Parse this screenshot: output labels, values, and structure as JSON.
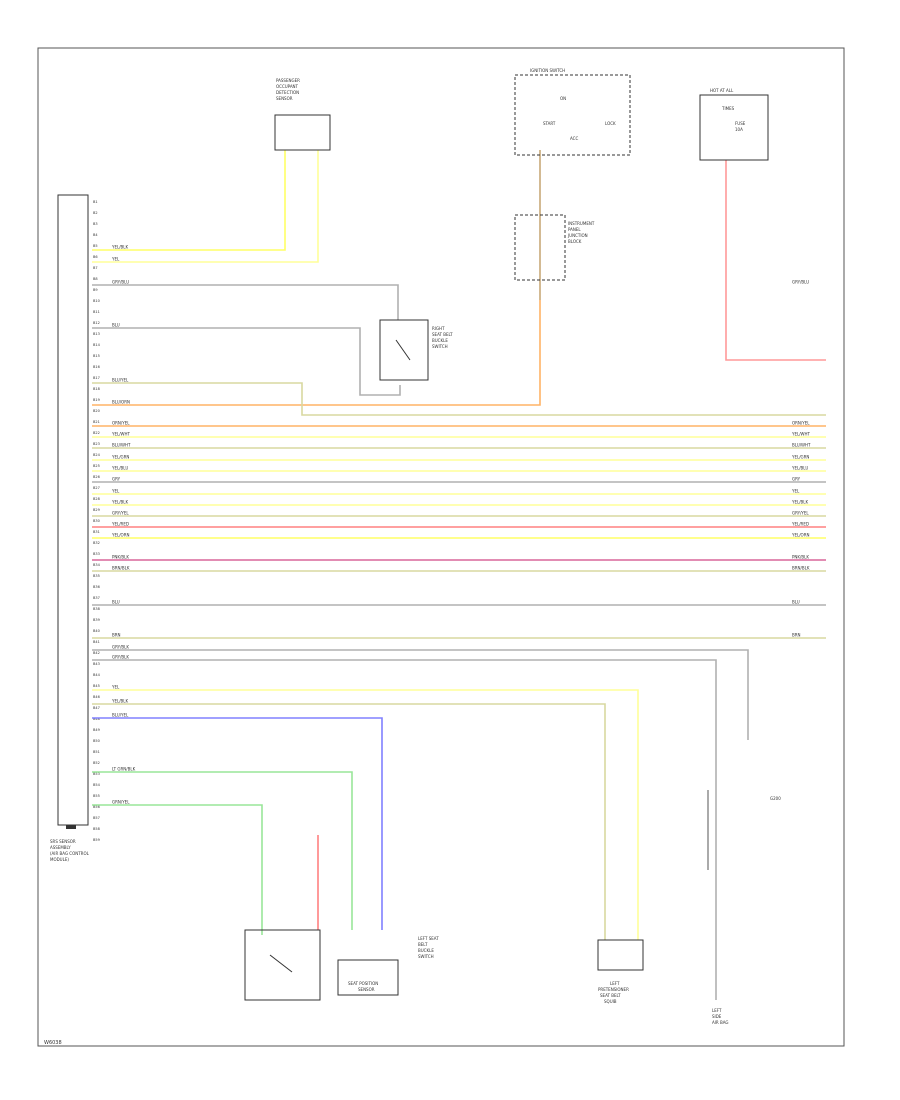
{
  "footer_code": "W6038",
  "control_module": {
    "caption": [
      "SRS SENSOR",
      "ASSEMBLY",
      "(AIR BAG CONTROL",
      "MODULE)"
    ],
    "pins": [
      "B1",
      "B2",
      "B3",
      "B4",
      "B5",
      "B6",
      "B7",
      "B8",
      "B9",
      "B10",
      "B11",
      "B12",
      "B13",
      "B14",
      "B15",
      "B16",
      "B17",
      "B18",
      "B19",
      "B20",
      "B21",
      "B22",
      "B23",
      "B24",
      "B25",
      "B26",
      "B27",
      "B28",
      "B29",
      "B30",
      "B31",
      "B32",
      "B33",
      "B34",
      "B35",
      "B36",
      "B37",
      "B38",
      "B39",
      "B40",
      "B41",
      "B42",
      "B43",
      "B44",
      "B45",
      "B46",
      "B47",
      "B48",
      "B49",
      "B50",
      "B51",
      "B52",
      "B53",
      "B54",
      "B55",
      "B56",
      "B57",
      "B58",
      "B59"
    ]
  },
  "wire_colors": {
    "yellow": "#ffff66",
    "light_yellow": "#ffff99",
    "olive": "#d8d8a0",
    "orange": "#ffb366",
    "pink": "#ff9999",
    "red": "#ff8080",
    "crimson": "#d9669a",
    "gray": "#b0b0b0",
    "dark_gray": "#808080",
    "blue": "#8080ff",
    "green": "#99e699",
    "tan": "#c8a878",
    "black": "#555555"
  },
  "components": {
    "passenger_sensor": [
      "PASSENGER",
      "OCCUPANT",
      "DETECTION",
      "SENSOR"
    ],
    "right_buckle": [
      "RIGHT",
      "SEAT BELT",
      "BUCKLE",
      "SWITCH"
    ],
    "ignition_switch": [
      "IGNITION SWITCH",
      "ON",
      "START",
      "LOCK",
      "ACC"
    ],
    "junction_block": [
      "INSTRUMENT",
      "PANEL",
      "JUNCTION",
      "BLOCK"
    ],
    "fuse_block": [
      "HOT AT ALL",
      "TIMES",
      "FUSE",
      "10A"
    ],
    "left_buckle": [
      "LEFT SEAT",
      "BELT",
      "BUCKLE",
      "SWITCH"
    ],
    "seat_position_sensor": [
      "SEAT POSITION",
      "SENSOR"
    ],
    "left_pretensioner": [
      "LEFT",
      "PRETENSIONER",
      "SEAT BELT",
      "SQUIB"
    ],
    "left_airbag": [
      "LEFT",
      "SIDE",
      "AIR BAG"
    ],
    "ground": [
      "G200"
    ]
  },
  "wire_labels": [
    {
      "left": "YEL/BLK",
      "right": ""
    },
    {
      "left": "YEL",
      "right": ""
    },
    {
      "left": "GRY/BLU",
      "right": "GRY/BLU"
    },
    {
      "left": "BLU",
      "right": ""
    },
    {
      "left": "BLU/YEL",
      "right": ""
    },
    {
      "left": "BLU/ORN",
      "right": ""
    },
    {
      "left": "ORN/YEL",
      "right": "ORN/YEL"
    },
    {
      "left": "YEL/WHT",
      "right": "YEL/WHT"
    },
    {
      "left": "BLU/WHT",
      "right": "BLU/WHT"
    },
    {
      "left": "YEL/GRN",
      "right": "YEL/GRN"
    },
    {
      "left": "YEL/BLU",
      "right": "YEL/BLU"
    },
    {
      "left": "GRY",
      "right": "GRY"
    },
    {
      "left": "YEL",
      "right": "YEL"
    },
    {
      "left": "YEL/BLK",
      "right": "YEL/BLK"
    },
    {
      "left": "GRY/YEL",
      "right": "GRY/YEL"
    },
    {
      "left": "YEL/RED",
      "right": "YEL/RED"
    },
    {
      "left": "YEL/ORN",
      "right": "YEL/ORN"
    },
    {
      "left": "PNK/BLK",
      "right": "PNK/BLK"
    },
    {
      "left": "BRN/BLK",
      "right": "BRN/BLK"
    },
    {
      "left": "BLU",
      "right": "BLU"
    },
    {
      "left": "BRN",
      "right": "BRN"
    },
    {
      "left": "GRY/BLK",
      "right": ""
    },
    {
      "left": "GRY/BLK",
      "right": ""
    },
    {
      "left": "YEL",
      "right": ""
    },
    {
      "left": "YEL/BLK",
      "right": ""
    },
    {
      "left": "BLU/YEL",
      "right": ""
    },
    {
      "left": "LT GRN/BLK",
      "right": ""
    },
    {
      "left": "GRN/YEL",
      "right": ""
    }
  ]
}
